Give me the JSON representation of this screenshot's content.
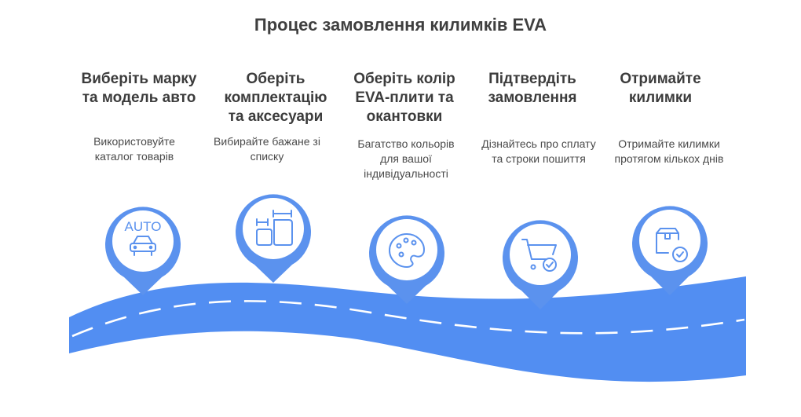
{
  "title": "Процес замовлення килимків EVA",
  "colors": {
    "road": "#528ef2",
    "pin_border": "#5b92ee",
    "pin_fill": "#ffffff",
    "dash": "#ffffff"
  },
  "steps": [
    {
      "title": "Виберіть марку та модель авто",
      "desc": "Використовуйте каталог товарів",
      "icon": "car-auto-icon",
      "icon_text": "AUTO"
    },
    {
      "title": "Оберіть комплектацію та аксесуари",
      "desc": "Вибирайте бажане зі списку",
      "icon": "mats-size-icon"
    },
    {
      "title": "Оберіть колір EVA-плити та окантовки",
      "desc": "Багатство кольорів для вашої індивідуальності",
      "icon": "palette-icon"
    },
    {
      "title": "Підтвердіть замовлення",
      "desc": "Дізнайтесь про сплату та строки пошиття",
      "icon": "cart-check-icon"
    },
    {
      "title": "Отримайте килимки",
      "desc": "Отримайте килимки протягом кількох днів",
      "icon": "package-check-icon"
    }
  ]
}
